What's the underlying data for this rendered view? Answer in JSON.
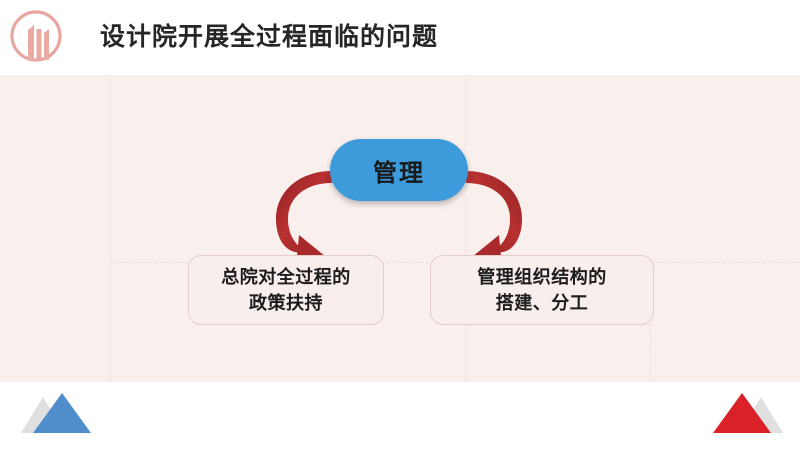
{
  "header": {
    "title": "设计院开展全过程面临的问题",
    "logo_name": "institute-circle-logo",
    "logo_color": "#e8a6a0"
  },
  "diagram": {
    "center_node": {
      "label": "管理",
      "shape": "pill",
      "fill_color": "#3d9bdc",
      "text_color": "#1a1a1a"
    },
    "arrow_color": "#a62a2a",
    "arrows": [
      {
        "name": "arrow-left",
        "from": "center_node",
        "to": "branch_left",
        "direction": "down-left"
      },
      {
        "name": "arrow-right",
        "from": "center_node",
        "to": "branch_right",
        "direction": "down-right"
      }
    ],
    "branches": [
      {
        "name": "branch-left",
        "lines": [
          "总院对全过程的",
          "政策扶持"
        ],
        "fill_color": "#f8eeec",
        "border_color": "#e3cdc9"
      },
      {
        "name": "branch-right",
        "lines": [
          "管理组织结构的",
          "搭建、分工"
        ],
        "fill_color": "#f8eeec",
        "border_color": "#e3cdc9"
      }
    ]
  },
  "canvas": {
    "background_color": "#f9efed",
    "header_background": "#ffffff",
    "footer_background": "#ffffff"
  },
  "decorations": [
    {
      "name": "triangle-blue",
      "color": "#4f8ecb",
      "position": "bottom-left"
    },
    {
      "name": "triangle-gray-left",
      "color": "#e0e0e0",
      "position": "bottom-left"
    },
    {
      "name": "triangle-red",
      "color": "#da2128",
      "position": "bottom-right"
    },
    {
      "name": "triangle-gray-right",
      "color": "#e0e0e0",
      "position": "bottom-right"
    }
  ]
}
